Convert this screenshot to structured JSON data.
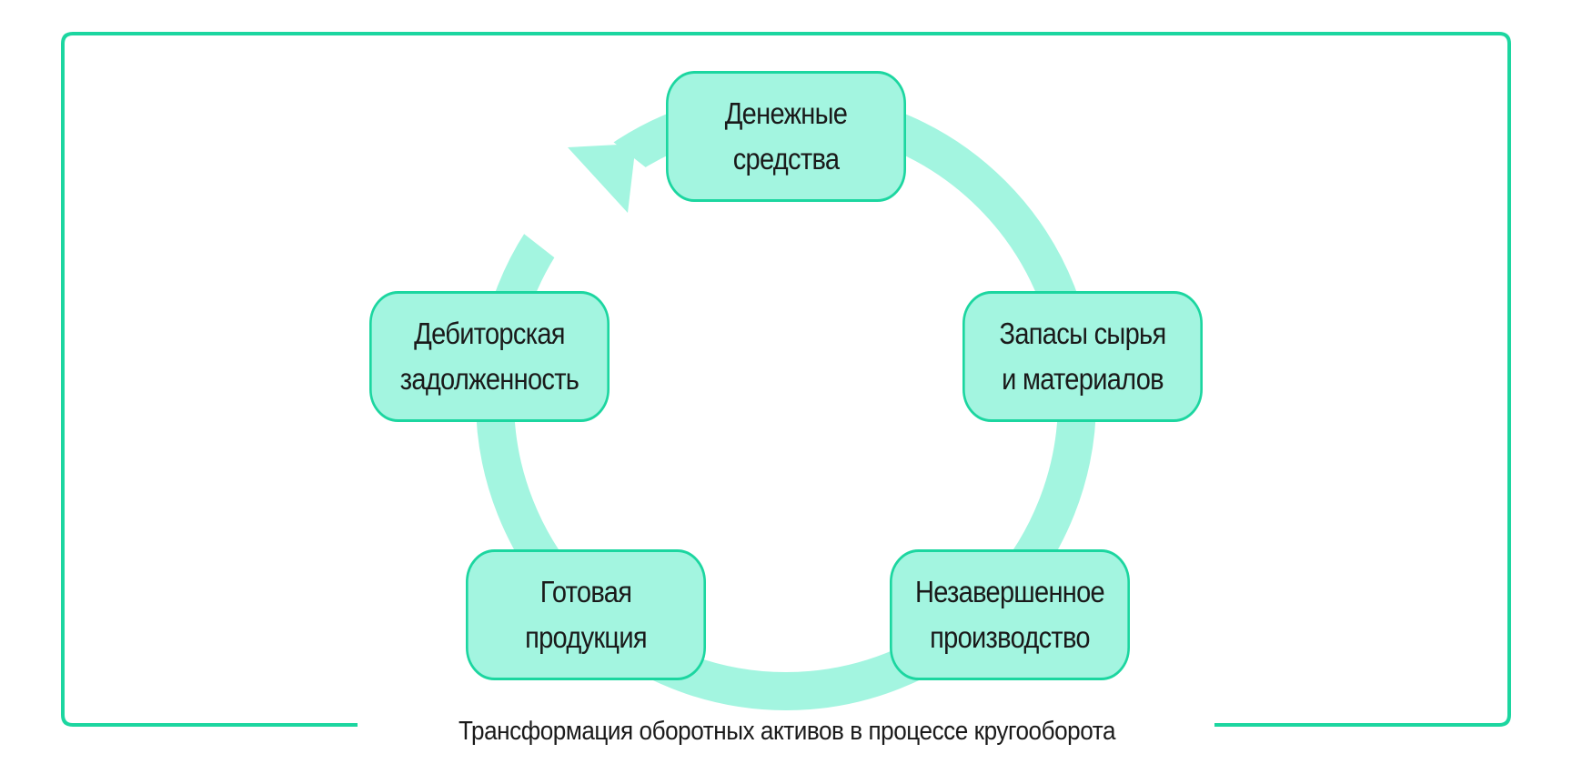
{
  "colors": {
    "frame": "#1cd6a0",
    "node_fill": "#a3f5e0",
    "node_border": "#1cd6a0",
    "cycle_arrow": "#a3f5e0",
    "text": "#1a1a1a"
  },
  "nodes": {
    "cash": {
      "line1": "Денежные",
      "line2": "средства"
    },
    "inventory": {
      "line1": "Запасы сырья",
      "line2": "и материалов"
    },
    "wip": {
      "line1": "Незавершенное",
      "line2": "производство"
    },
    "finished": {
      "line1": "Готовая",
      "line2": "продукция"
    },
    "receivables": {
      "line1": "Дебиторская",
      "line2": "задолженность"
    }
  },
  "caption": "Трансформация оборотных активов в процессе кругооборота"
}
